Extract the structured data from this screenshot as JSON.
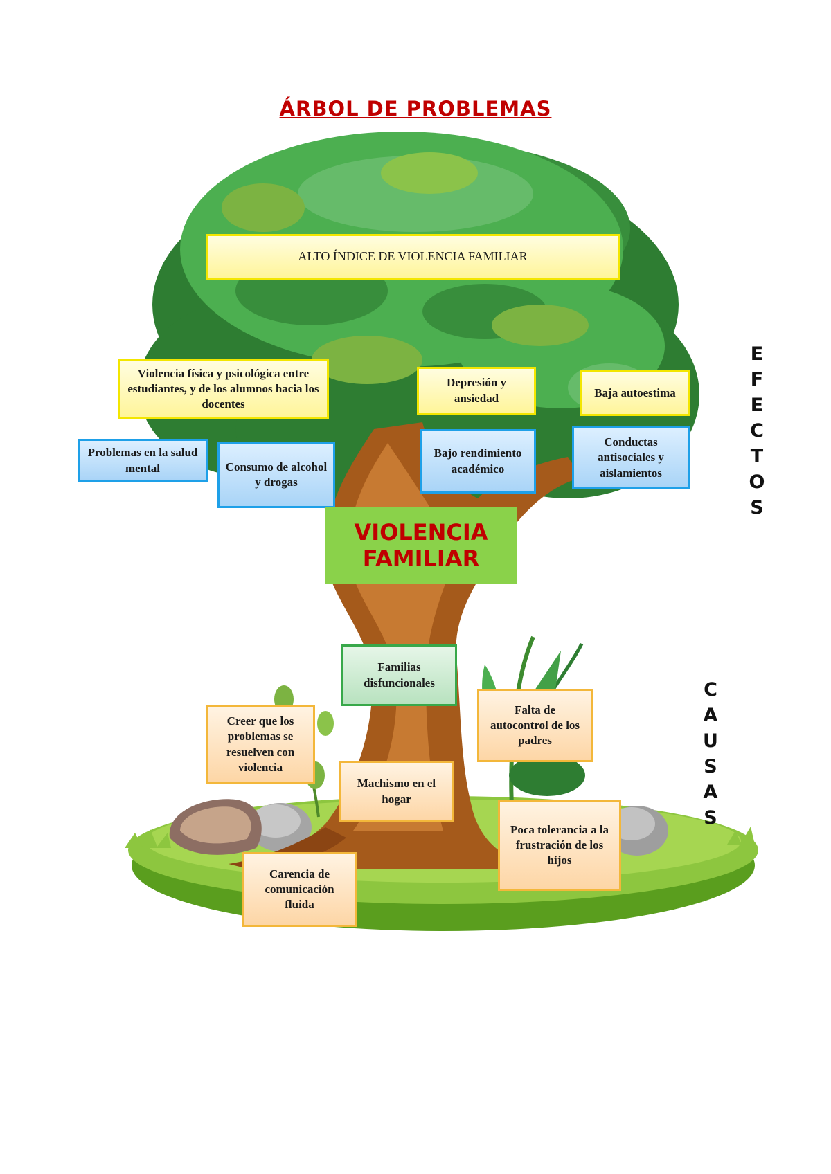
{
  "title": "ÁRBOL DE PROBLEMAS",
  "main_effect": "ALTO ÍNDICE DE VIOLENCIA FAMILIAR",
  "central_problem": "VIOLENCIA FAMILIAR",
  "effects_label": "EFECTOS",
  "causes_label": "CAUSAS",
  "effects": {
    "yellow": [
      "Violencia física y psicológica entre estudiantes, y de los alumnos hacia los docentes",
      "Depresión y ansiedad",
      "Baja autoestima"
    ],
    "blue": [
      "Problemas en la salud mental",
      "Consumo de alcohol y drogas",
      "Bajo rendimiento académico",
      "Conductas antisociales y aislamientos"
    ]
  },
  "causes": {
    "primary": "Familias disfuncionales",
    "secondary": [
      "Creer que los problemas se resuelven con violencia",
      "Falta de autocontrol de los padres",
      "Machismo en el hogar",
      "Poca tolerancia a la frustración de los hijos",
      "Carencia de comunicación fluida"
    ]
  },
  "colors": {
    "title": "#c00000",
    "effect_yellow_border": "#f3e600",
    "effect_blue_border": "#1ea0e8",
    "cause_green_border": "#38a84a",
    "cause_peach_border": "#f3b73a",
    "central_problem_bg": "#8ad24a"
  }
}
